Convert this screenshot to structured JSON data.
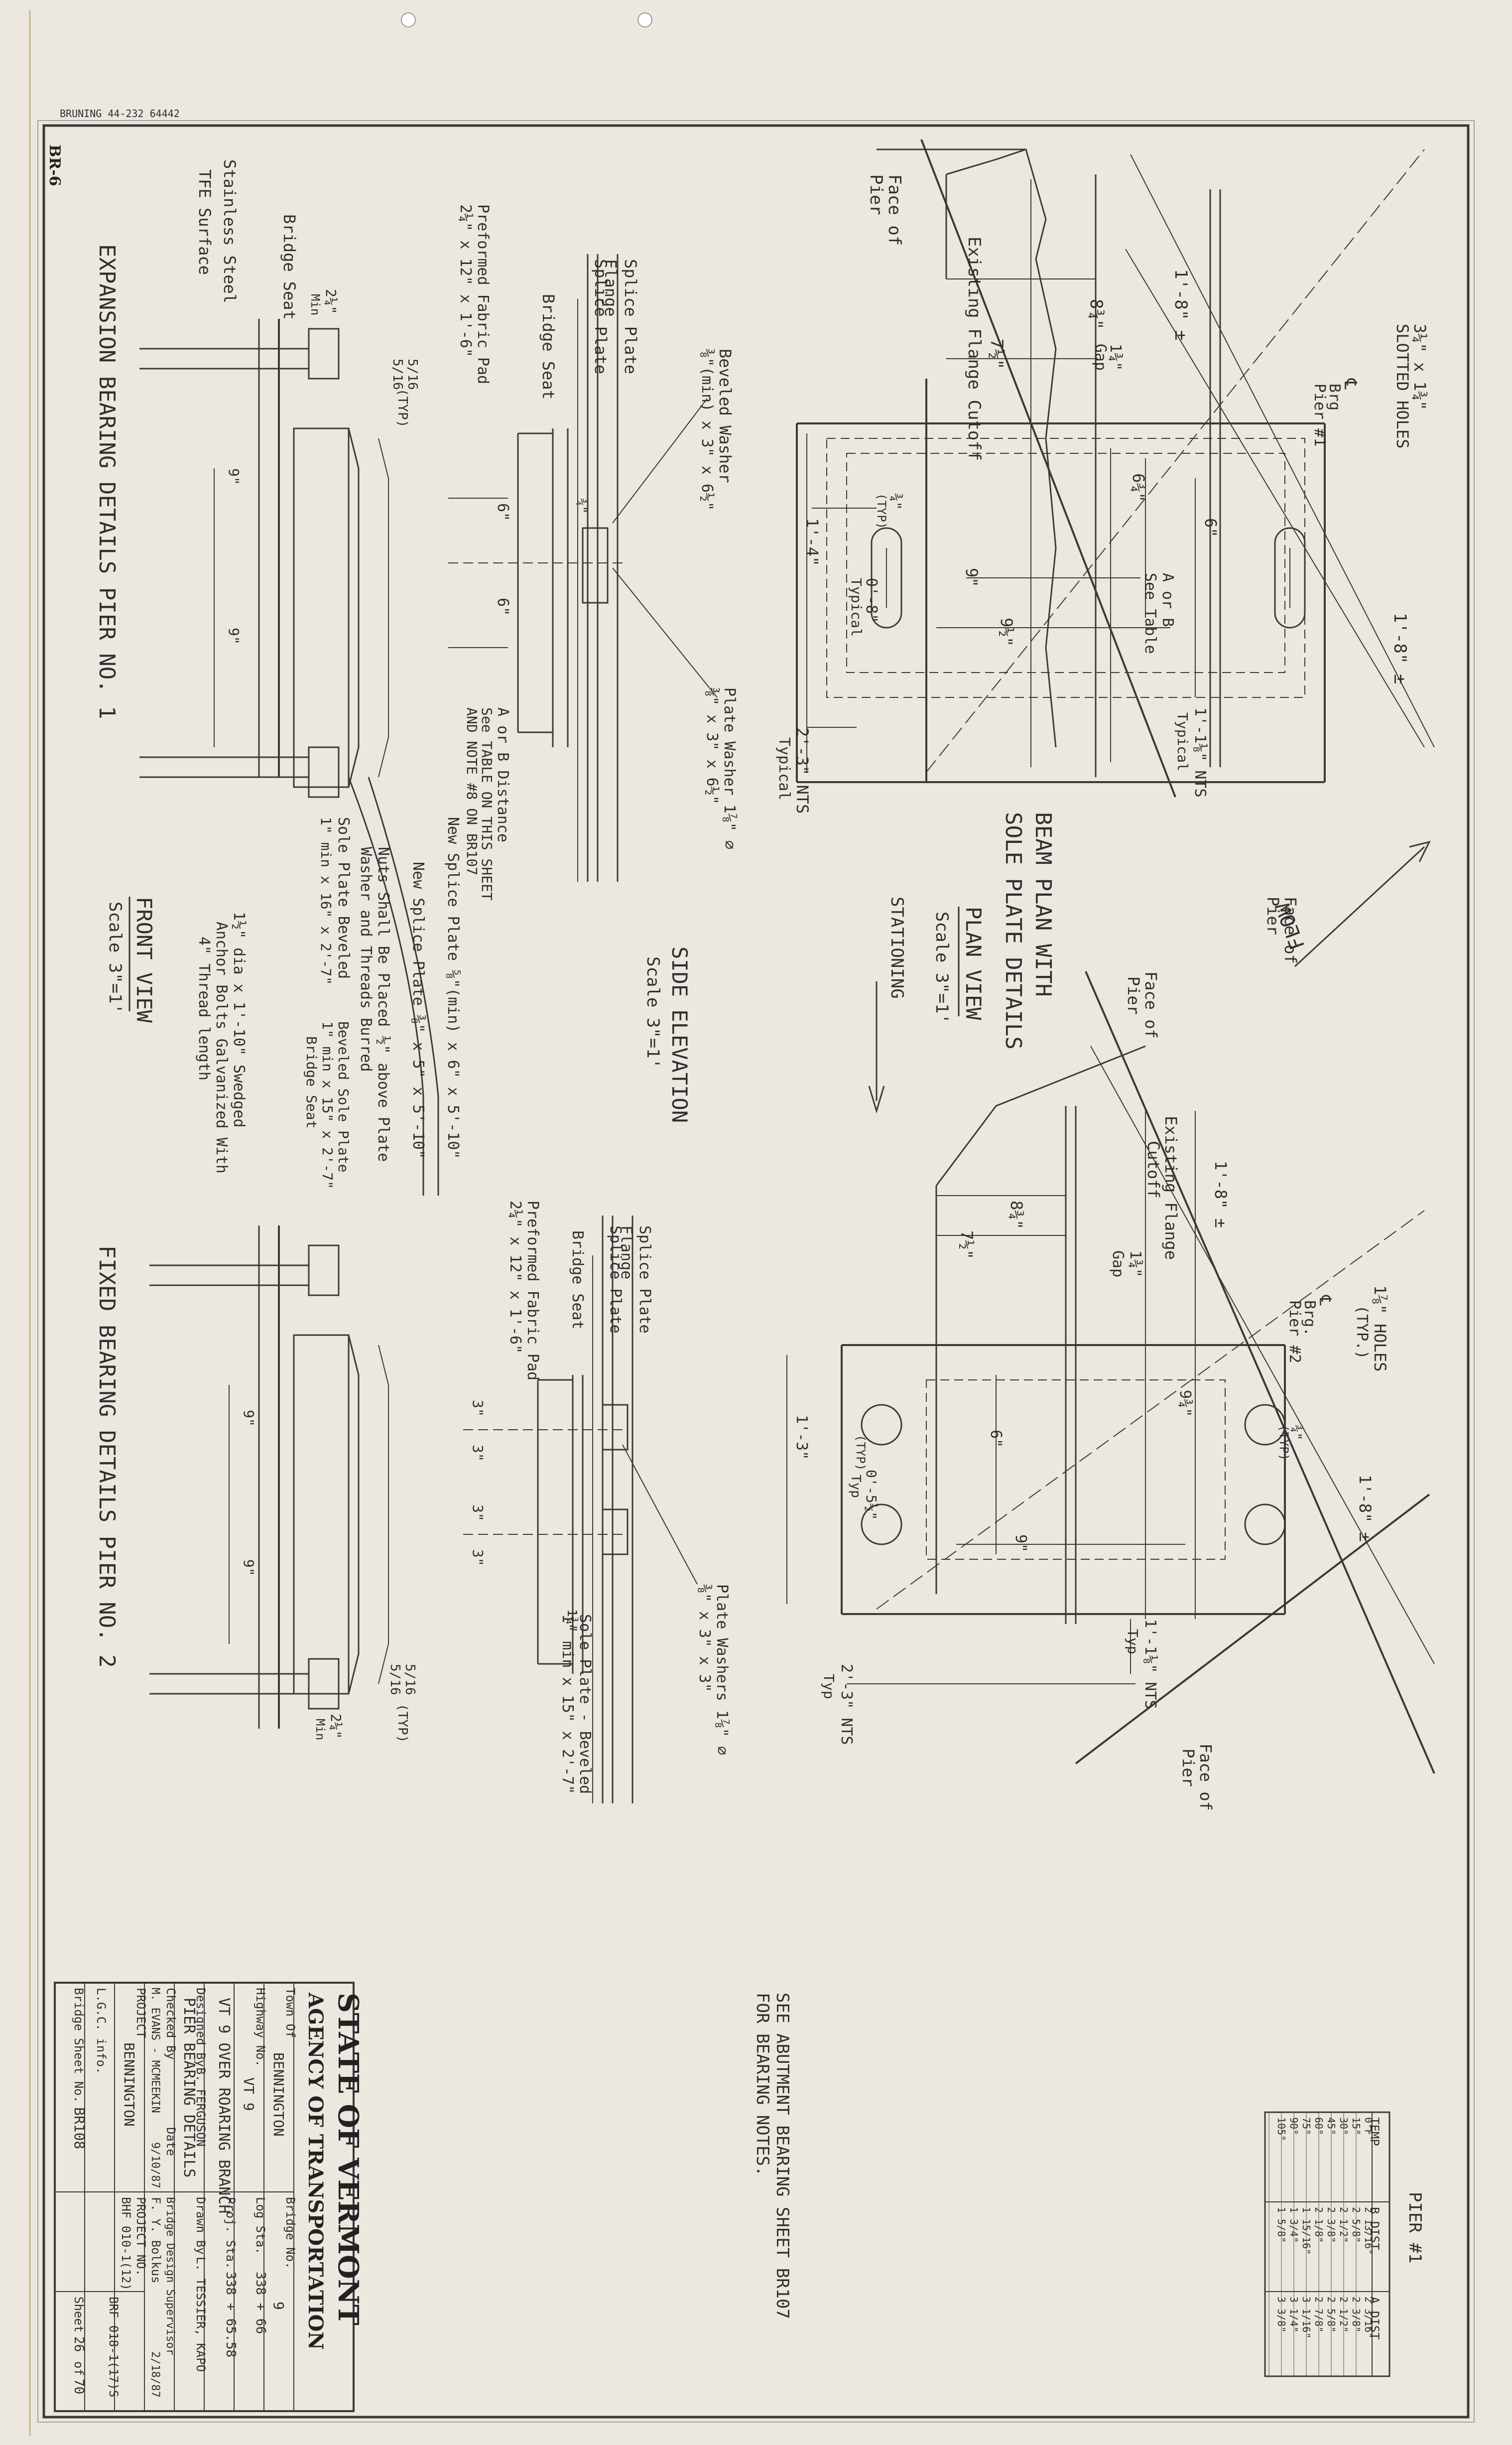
{
  "sheet_marks": {
    "bruning": "BRUNING 44-232 64442",
    "sheet_id": "BR-6"
  },
  "plan_left": {
    "face_of_pier_1": "Face of",
    "face_of_pier_2": "Pier",
    "existing_flange_cutoff": "Existing Flange Cutoff",
    "d_8_3_4": "8¾\"",
    "d_7_1_2": "7½\"",
    "gap_1": "1¾\"",
    "gap_2": "Gap",
    "slotted_1": "3¼\" x 1¾\"",
    "slotted_2": "SLOTTED HOLES",
    "brg_1": "℄",
    "brg_2": "Brg",
    "pier_1": "Pier #1",
    "d_1_8_upper": "1'-8\" ±",
    "d_1_8_lower": "1'-8\" ±",
    "d_6_3_4": "6¾\"",
    "d_6": "6\"",
    "d_9": "9\"",
    "d_9_1_2": "9½\"",
    "aorb_1": "A or B",
    "aorb_2": "See Table",
    "d_1_4": "1'-4\"",
    "d_0_8_1": "0'-8\"",
    "d_0_8_2": "Typical",
    "d_3_4": "¾\"",
    "typ_small": "(TYP)",
    "d_2_3_nts": "2'-3\" NTS",
    "typical_1": "Typical",
    "d_1_1_8_nts": "1'-1⅛\" NTS",
    "typical_2": "Typical"
  },
  "plan_center": {
    "beam_plan_1": "BEAM PLAN WITH",
    "beam_plan_2": "SOLE PLATE DETAILS",
    "plan_view": "PLAN VIEW",
    "scale": "Scale 3\"=1'",
    "stationing": "STATIONING",
    "flow": "FLOW",
    "face_of_pier_1": "Face of",
    "face_of_pier_2": "Pier"
  },
  "plan_right": {
    "face_of_pier_1": "Face of",
    "face_of_pier_2": "Pier",
    "existing_flange_1": "Existing Flange",
    "existing_flange_2": "Cutoff",
    "d_8_3_4": "8¾\"",
    "d_7_1_2": "7½\"",
    "gap_1": "1¾\"",
    "gap_2": "Gap",
    "holes_1": "1⅞\" HOLES",
    "holes_2": "(TYP.)",
    "brg_1": "℄",
    "brg_2": "Brg.",
    "pier_2": "Pier #2",
    "d_1_8_upper": "1'-8\" ±",
    "d_1_8_lower": "1'-8\" ±",
    "d_9_3_4": "9¾\"",
    "d_6": "6\"",
    "d_9": "9\"",
    "d_1_3": "1'-3\"",
    "d_0_5_1_2_1": "0'-5½\"",
    "d_0_5_1_2_2": "Typ",
    "d_3_4": "¾\"",
    "typ_1": "(TYP)",
    "typ_2": "(TYP)",
    "d_1_1_8_nts": "1'-1⅛\" NTS",
    "typ_3": "Typ",
    "d_2_3_nts": "2'-3\" NTS",
    "typ_4": "Typ",
    "face_lower_1": "Face of",
    "face_lower_2": "Pier"
  },
  "side_elev": {
    "splice_plate_1": "Splice Plate",
    "flange_1": "Flange",
    "splice_plate_2": "Splice Plate",
    "beveled_washer_1": "Beveled Washer",
    "beveled_washer_2": "⅜\"(min) x 3\" x 6½\"",
    "bridge_seat_1": "Bridge Seat",
    "preformed_pad_1": "Preformed Fabric Pad",
    "preformed_pad_2": "2¼\" x 12\" x 1'-6\"",
    "d_6_a": "6\"",
    "d_6_b": "6\"",
    "d_3_4_a": "¾\"",
    "plate_washer_1": "Plate Washer 1⅞\" ⌀",
    "plate_washer_2": "⅜\" x 3\" x 6½\"",
    "aorb_1": "A or B Distance",
    "aorb_2": "See TABLE ON THIS SHEET",
    "aorb_3": "AND NOTE #8 ON BR107",
    "new_splice_1": "New Splice Plate ⅝\"(min) x 6\" x 5'-10\"",
    "title": "SIDE ELEVATION",
    "scale": "Scale 3\"=1'",
    "splice_plate_3": "Splice Plate",
    "flange_2": "Flange",
    "splice_plate_4": "Splice Plate",
    "bridge_seat_2": "Bridge Seat",
    "preformed_pad_3": "Preformed Fabric Pad",
    "preformed_pad_4": "2¼\" x 12\" x 1'-6\"",
    "d_3_a": "3\"",
    "d_3_b": "3\"",
    "d_3_c": "3\"",
    "d_3_d": "3\"",
    "d_1_3_4": "1¾\"",
    "plate_washers_1": "Plate Washers 1⅞\" ⌀",
    "plate_washers_2": "⅜\" x 3\" x 3\"",
    "sole_plate_1": "Sole Plate - Beveled",
    "sole_plate_2": "1\" min x 15\" x 2'-7\""
  },
  "front_view": {
    "bridge_seat": "Bridge Seat",
    "stainless": "Stainless Steel",
    "tfe": "TFE Surface",
    "d_2_1_4": "2¼\"",
    "min_1": "Min",
    "fillet_1": "5/16",
    "fillet_2": "5/16",
    "typ": "(TYP)",
    "d_9_a": "9\"",
    "d_9_b": "9\"",
    "sole_plate_1": "Sole Plate Beveled",
    "sole_plate_2": "1\" min x 16\" x 2'-7\"",
    "nuts_1": "Nuts Shall Be Placed ½\" above Plate",
    "nuts_2": "Washer and Threads Burred",
    "bev_sole_1": "Beveled Sole Plate",
    "bev_sole_2": "1\" min x 15\" x 2'-7\"",
    "bev_sole_3": "Bridge Seat",
    "new_splice": "New Splice Plate ⅜\" x 5\" x 5'-10\"",
    "anchor_1": "1½\" dia x 1'-10\" Swedged",
    "anchor_2": "Anchor Bolts Galvanized With",
    "anchor_3": "4\" Thread length",
    "expansion_title": "EXPANSION BEARING DETAILS PIER NO. 1",
    "front_title": "FRONT VIEW",
    "front_scale": "Scale 3\"=1'",
    "fixed_title": "FIXED BEARING DETAILS PIER NO. 2",
    "d_9_c": "9\"",
    "d_9_d": "9\"",
    "d_2_1_4_b": "2¼\"",
    "min_2": "Min",
    "fillet_3": "5/16",
    "fillet_4": "5/16",
    "typ_2": "(TYP)"
  },
  "pier_table": {
    "title": "PIER #1",
    "headers": [
      "TEMP",
      "B DIST",
      "A DIST"
    ],
    "rows": [
      [
        "0°F",
        "2 13/16\"",
        "2 3/16\""
      ],
      [
        "15°",
        "2 5/8\"",
        "2 3/8\""
      ],
      [
        "30°",
        "2 1/2\"",
        "2 1/2\""
      ],
      [
        "45°",
        "2 3/8\"",
        "2 5/8\""
      ],
      [
        "60°",
        "2 1/8\"",
        "2 7/8\""
      ],
      [
        "75°",
        "1 15/16\"",
        "3 1/16\""
      ],
      [
        "90°",
        "1 3/4\"",
        "3 1/4\""
      ],
      [
        "105°",
        "1 5/8\"",
        "3 3/8\""
      ]
    ]
  },
  "note": {
    "line1": "SEE ABUTMENT BEARING SHEET BR107",
    "line2": "FOR BEARING NOTES."
  },
  "title_block": {
    "state": "STATE OF VERMONT",
    "agency": "AGENCY OF TRANSPORTATION",
    "town_label": "Town Of",
    "town": "BENNINGTON",
    "bridge_no_label": "Bridge No.",
    "bridge_no": "9",
    "highway_label": "Highway No.",
    "highway": "VT 9",
    "log_sta_label": "Log Sta.",
    "log_sta": "338 + 66",
    "proj_sta_label": "Proj. Sta.",
    "proj_sta": "338 + 65.58",
    "desc": "VT 9 OVER ROARING BRANCH",
    "designed_label": "Designed By",
    "designed": "B. FERGUSON",
    "drawn_label": "Drawn By",
    "drawn": "L. TESSIER, KAPO",
    "checked_label": "Checked By",
    "checked": "M. EVANS - MCMEEKIN",
    "date_label": "Date",
    "date": "9/10/87",
    "supervisor_label": "Bridge Design Supervisor",
    "supervisor": "F. Y. Bolkus",
    "supervisor_date": "2/18/87",
    "title": "PIER BEARING DETAILS",
    "project_label": "PROJECT",
    "project": "BENNINGTON",
    "project_no_label": "PROJECT NO.",
    "project_no_1": "BHF 010-1(12)",
    "project_no_2": "BRF 018-1(17)S",
    "lgc_label": "L.G.C. info.",
    "bridge_sheet_label": "Bridge Sheet No.",
    "bridge_sheet": "BR108",
    "sheet_label": "Sheet",
    "sheet": "26",
    "of_label": "of",
    "of": "70"
  }
}
